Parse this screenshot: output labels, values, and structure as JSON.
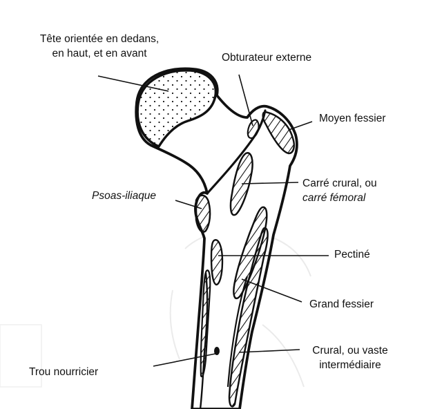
{
  "diagram": {
    "labels": {
      "head_line1": "Tête orientée en dedans,",
      "head_line2": "en haut, et en avant",
      "obturateur": "Obturateur externe",
      "moyen": "Moyen fessier",
      "carre_line1": "Carré crural, ou",
      "carre_line2": "carré fémoral",
      "psoas": "Psoas-iliaque",
      "pectine": "Pectiné",
      "grand": "Grand fessier",
      "crural_line1": "Crural, ou vaste",
      "crural_line2": "intermédiaire",
      "trou": "Trou nourricier"
    },
    "colors": {
      "ink": "#111111",
      "paper": "#ffffff",
      "ghost": "#d2d2d2"
    }
  }
}
